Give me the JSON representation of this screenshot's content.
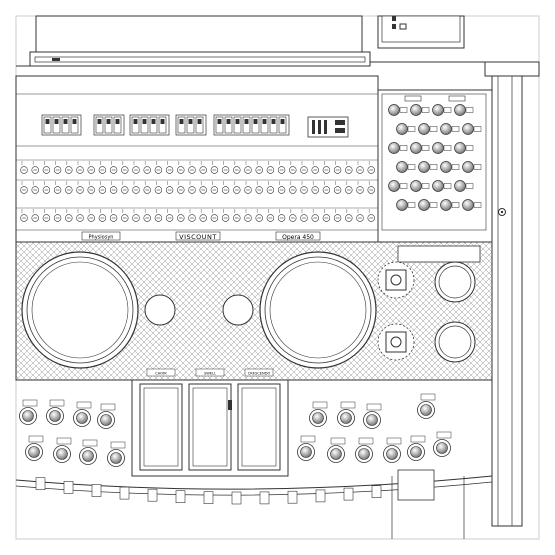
{
  "brand": {
    "physiosyn": "Physiosyn",
    "viscount": "VISCOUNT",
    "model": "Opera 450"
  },
  "expression_pedals": {
    "labels": [
      "CHOIR",
      "SWELL",
      "CRESCENDO"
    ]
  },
  "colors": {
    "line": "#333333",
    "background": "#ffffff",
    "hatch": "#9a9a9a"
  }
}
